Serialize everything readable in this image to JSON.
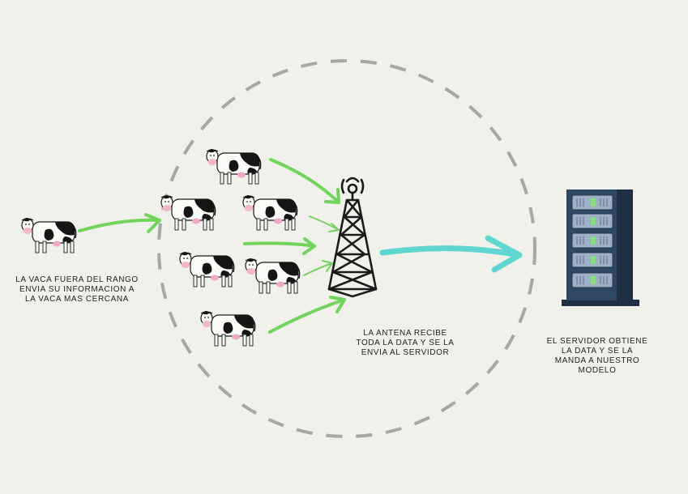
{
  "colors": {
    "background": "#f1f1ec",
    "range_circle": "#a7a7a3",
    "cow_arrow": "#72d45c",
    "server_arrow": "#5fd6d0",
    "tower": "#1b1b1b",
    "server_body": "#2f4763",
    "server_side": "#1f2f44",
    "server_drive": "#9fb0c6",
    "server_led": "#7ee46b"
  },
  "icons": {
    "cow": "cow-icon",
    "antenna": "antenna-tower-icon",
    "server": "server-rack-icon"
  },
  "captions": {
    "outlier": [
      "LA VACA FUERA DEL RANGO",
      "ENVIA SU INFORMACION A",
      "LA VACA MAS CERCANA"
    ],
    "antenna": [
      "LA ANTENA RECIBE",
      "TODA LA DATA Y SE LA",
      "ENVIA AL SERVIDOR"
    ],
    "server": [
      "EL SERVIDOR OBTIENE",
      "LA DATA Y SE LA",
      "MANDA A NUESTRO",
      "MODELO"
    ]
  }
}
